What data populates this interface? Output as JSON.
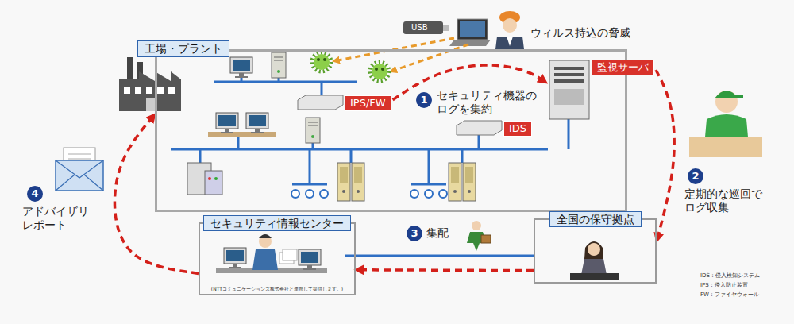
{
  "diagram": {
    "nodes": [
      {
        "text": [
          "工場・プラント"
        ]
      },
      {
        "text": [
          "IPS/FW"
        ],
        "in": 0
      },
      {
        "text": [
          "IDS"
        ],
        "in": 0
      },
      {
        "text": [
          "監視サーバ"
        ],
        "in": 0
      },
      {
        "text": [
          "セキュリティ情報センター",
          "(NTTコミュニケーションズ株式会社と連携して提供します。)"
        ]
      },
      {
        "text": [
          "全国の保守拠点"
        ]
      }
    ],
    "edges": [
      {
        "from": 1,
        "to": 3,
        "arrow": "to"
      },
      {
        "from": 3,
        "to": 5,
        "arrow": "to"
      },
      {
        "from": 5,
        "to": 4,
        "arrow": "to"
      },
      {
        "from": 4,
        "to": 0,
        "arrow": "to"
      }
    ],
    "labels": [
      "USB",
      "ウィルス持込の脅威",
      "1",
      "セキュリティ機器の ログを集約",
      "2",
      "定期的な巡回で ログ収集",
      "3",
      "集配",
      "4",
      "アドバイザリ レポート",
      "IDS：侵入検知システム",
      "IPS：侵入防止装置",
      "FW：ファイヤウォール"
    ]
  }
}
